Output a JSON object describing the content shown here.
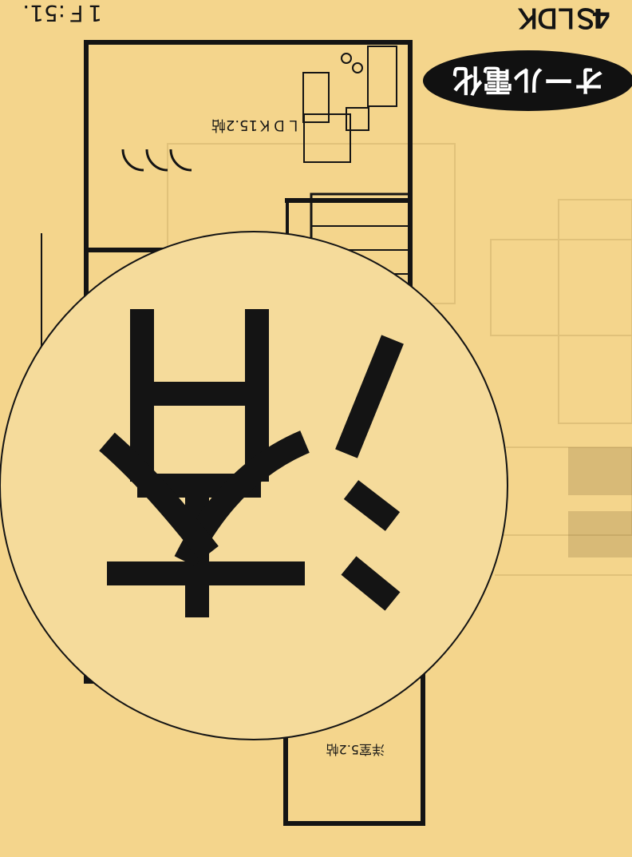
{
  "layout_type": "4ＳＬＤＫ",
  "badge_text": "オール電化",
  "floor_area_label": "1Ｆ:51.",
  "rooms": {
    "ldk": "ＬＤＫ15.2帖",
    "western": "洋室5.2帖"
  },
  "stamp_glyph": "済",
  "colors": {
    "paper": "#f4d58c",
    "ink": "#141414",
    "stamp_fill": "#f5db9b",
    "badge_fill": "#111111",
    "badge_text": "#ffffff"
  }
}
